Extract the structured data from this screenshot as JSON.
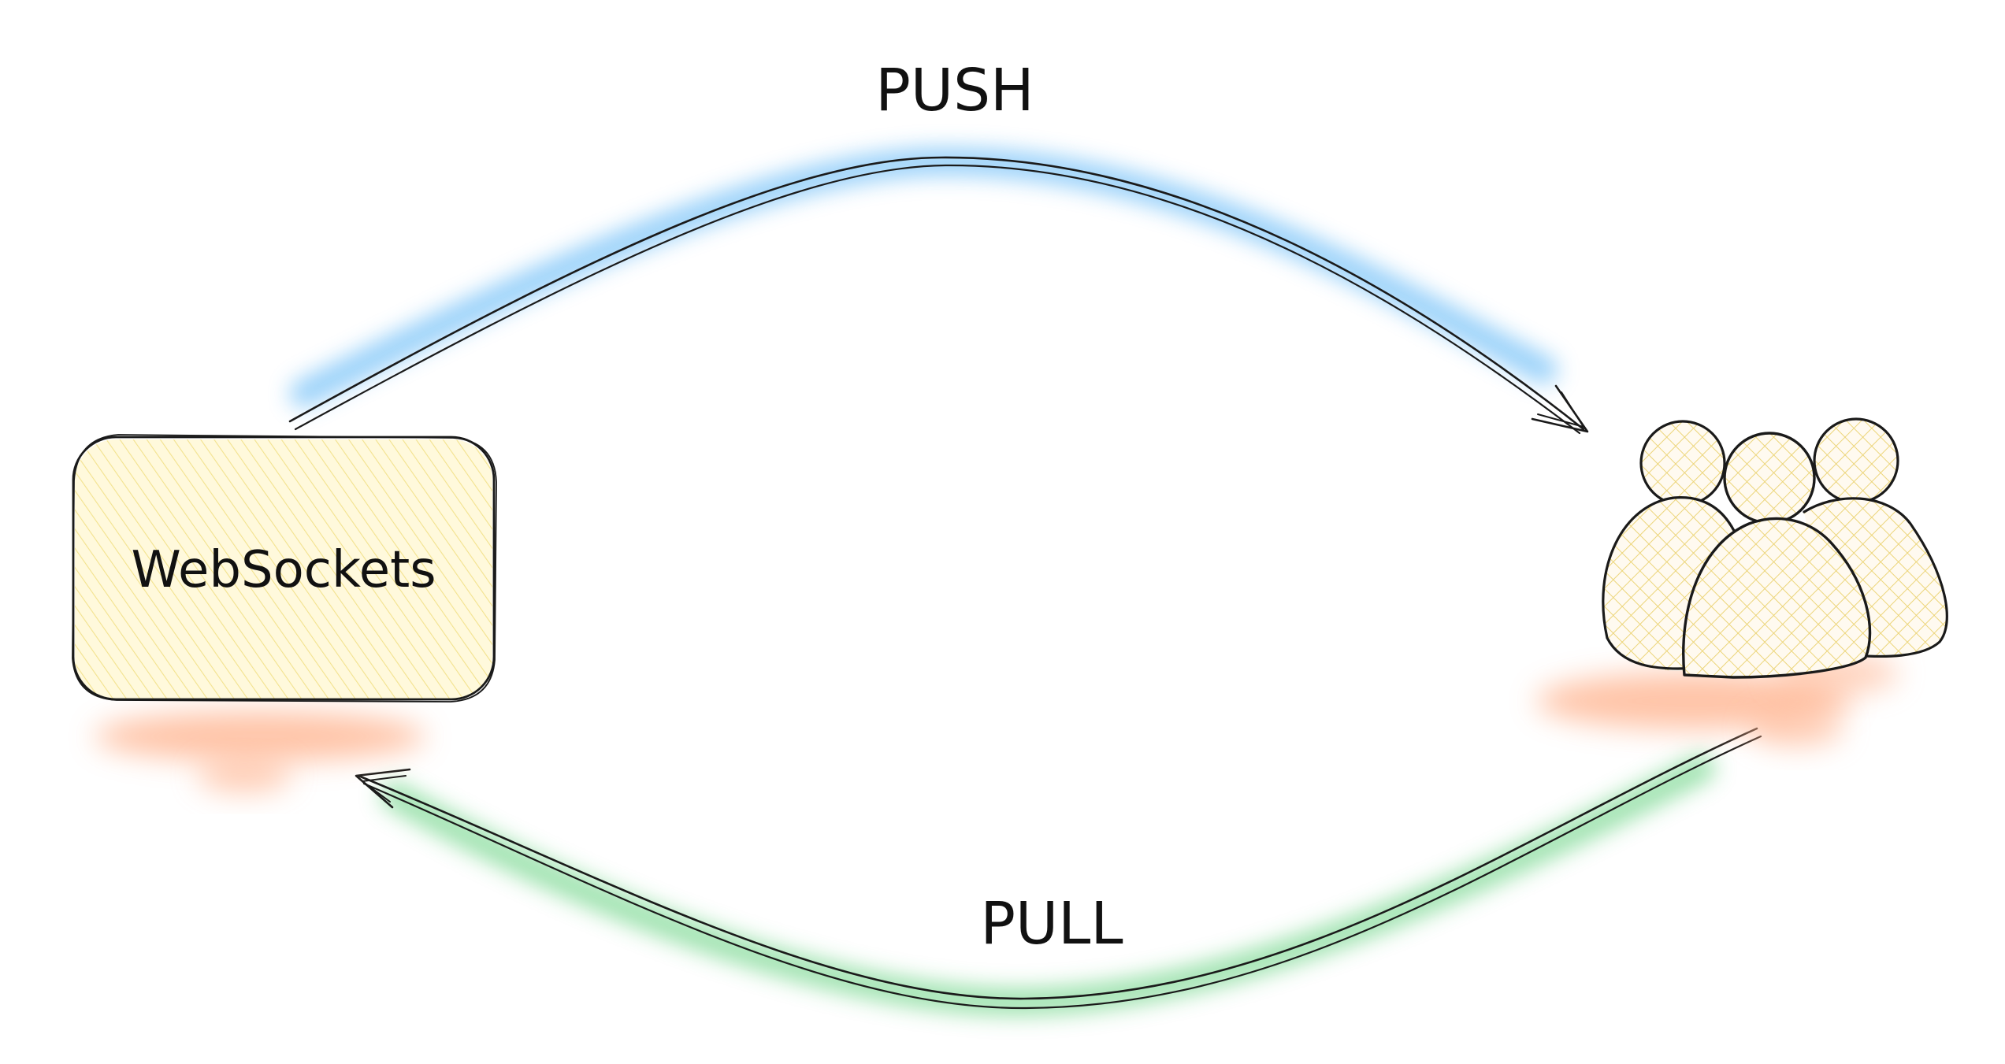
{
  "nodes": {
    "server": {
      "label": "WebSockets"
    },
    "users": {
      "icon": "users-group-icon"
    }
  },
  "edges": {
    "push": {
      "label": "PUSH",
      "color": "#3fa9f5"
    },
    "pull": {
      "label": "PULL",
      "color": "#37c45a"
    }
  },
  "colors": {
    "node_fill": "#fff3b8",
    "node_shadow": "#ffb08a"
  }
}
